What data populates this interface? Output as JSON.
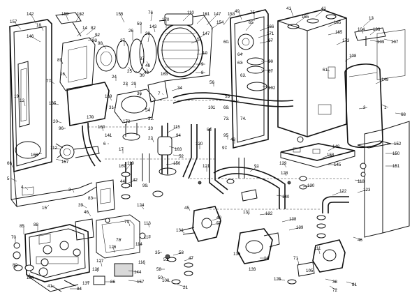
{
  "diagram": {
    "kind": "exploded parts view",
    "callouts": [
      {
        "id": "c1",
        "text": "157"
      },
      {
        "id": "c2",
        "text": "142"
      },
      {
        "id": "c3",
        "text": "18"
      },
      {
        "id": "c4",
        "text": "146"
      },
      {
        "id": "c5",
        "text": "159"
      },
      {
        "id": "c6",
        "text": "162"
      },
      {
        "id": "c7",
        "text": "155"
      },
      {
        "id": "c8",
        "text": "76"
      },
      {
        "id": "c9",
        "text": "110"
      },
      {
        "id": "c10",
        "text": "161"
      },
      {
        "id": "c11",
        "text": "147"
      },
      {
        "id": "c12",
        "text": "153"
      },
      {
        "id": "c13",
        "text": "49"
      },
      {
        "id": "c14",
        "text": "75"
      },
      {
        "id": "c15",
        "text": "41"
      },
      {
        "id": "c16",
        "text": "165"
      },
      {
        "id": "c17",
        "text": "41"
      },
      {
        "id": "c18",
        "text": "13"
      },
      {
        "id": "c19",
        "text": "165"
      },
      {
        "id": "c20",
        "text": "104"
      },
      {
        "id": "c21",
        "text": "106"
      },
      {
        "id": "c22",
        "text": "109"
      },
      {
        "id": "c23",
        "text": "107"
      },
      {
        "id": "c24",
        "text": "154"
      },
      {
        "id": "c25",
        "text": "166"
      },
      {
        "id": "c26",
        "text": "171"
      },
      {
        "id": "c27",
        "text": "67"
      },
      {
        "id": "c28",
        "text": "173"
      },
      {
        "id": "c29",
        "text": "165"
      },
      {
        "id": "c30",
        "text": "98"
      },
      {
        "id": "c31",
        "text": "26"
      },
      {
        "id": "c32",
        "text": "27"
      },
      {
        "id": "c33",
        "text": "28"
      },
      {
        "id": "c34",
        "text": "59"
      },
      {
        "id": "c35",
        "text": "46"
      },
      {
        "id": "c36",
        "text": "43"
      },
      {
        "id": "c37",
        "text": "163"
      },
      {
        "id": "c38",
        "text": "170"
      },
      {
        "id": "c39",
        "text": "147"
      },
      {
        "id": "c40",
        "text": "14"
      },
      {
        "id": "c41",
        "text": "82"
      },
      {
        "id": "c42",
        "text": "92"
      },
      {
        "id": "c43",
        "text": "30"
      },
      {
        "id": "c44",
        "text": "25"
      },
      {
        "id": "c45",
        "text": "169"
      },
      {
        "id": "c46",
        "text": "172"
      },
      {
        "id": "c47",
        "text": "54"
      },
      {
        "id": "c48",
        "text": "90"
      },
      {
        "id": "c49",
        "text": "87"
      },
      {
        "id": "c50",
        "text": "102"
      },
      {
        "id": "c51",
        "text": "149"
      },
      {
        "id": "c52",
        "text": "1"
      },
      {
        "id": "c53",
        "text": "68"
      },
      {
        "id": "c54",
        "text": "61"
      },
      {
        "id": "c55",
        "text": "2"
      },
      {
        "id": "c56",
        "text": "16"
      },
      {
        "id": "c57",
        "text": "135"
      },
      {
        "id": "c58",
        "text": "170"
      },
      {
        "id": "c59",
        "text": "20"
      },
      {
        "id": "c60",
        "text": "96"
      },
      {
        "id": "c61",
        "text": "160"
      },
      {
        "id": "c62",
        "text": "101"
      },
      {
        "id": "c63",
        "text": "54"
      },
      {
        "id": "c64",
        "text": "22"
      },
      {
        "id": "c65",
        "text": "103"
      },
      {
        "id": "c66",
        "text": "52"
      },
      {
        "id": "c67",
        "text": "168"
      },
      {
        "id": "c68",
        "text": "112"
      },
      {
        "id": "c69",
        "text": "157"
      },
      {
        "id": "c70",
        "text": "152"
      },
      {
        "id": "c71",
        "text": "148"
      },
      {
        "id": "c72",
        "text": "158"
      },
      {
        "id": "c73",
        "text": "145"
      },
      {
        "id": "c74",
        "text": "120"
      },
      {
        "id": "c75",
        "text": "121"
      },
      {
        "id": "c76",
        "text": "91"
      },
      {
        "id": "c77",
        "text": "129"
      },
      {
        "id": "c78",
        "text": "130"
      },
      {
        "id": "c79",
        "text": "118"
      },
      {
        "id": "c80",
        "text": "140"
      },
      {
        "id": "c81",
        "text": "122"
      },
      {
        "id": "c82",
        "text": "119"
      },
      {
        "id": "c83",
        "text": "42"
      },
      {
        "id": "c84",
        "text": "124"
      },
      {
        "id": "c85",
        "text": "115"
      },
      {
        "id": "c86",
        "text": "156"
      },
      {
        "id": "c87",
        "text": "5"
      },
      {
        "id": "c88",
        "text": "66"
      },
      {
        "id": "c89",
        "text": "15"
      },
      {
        "id": "c90",
        "text": "46"
      },
      {
        "id": "c91",
        "text": "83"
      },
      {
        "id": "c92",
        "text": "39"
      },
      {
        "id": "c93",
        "text": "46"
      },
      {
        "id": "c94",
        "text": "113"
      },
      {
        "id": "c95",
        "text": "117"
      },
      {
        "id": "c96",
        "text": "134"
      },
      {
        "id": "c97",
        "text": "57"
      },
      {
        "id": "c98",
        "text": "136"
      },
      {
        "id": "c99",
        "text": "14"
      },
      {
        "id": "c100",
        "text": "70"
      },
      {
        "id": "c101",
        "text": "85"
      },
      {
        "id": "c102",
        "text": "88"
      },
      {
        "id": "c103",
        "text": "164"
      },
      {
        "id": "c104",
        "text": "80"
      },
      {
        "id": "c105",
        "text": "127"
      },
      {
        "id": "c106",
        "text": "126"
      },
      {
        "id": "c107",
        "text": "126"
      },
      {
        "id": "c108",
        "text": "144"
      },
      {
        "id": "c109",
        "text": "157"
      },
      {
        "id": "c110",
        "text": "137"
      },
      {
        "id": "c111",
        "text": "86"
      },
      {
        "id": "c112",
        "text": "84"
      },
      {
        "id": "c113",
        "text": "41"
      },
      {
        "id": "c114",
        "text": "100"
      },
      {
        "id": "c115",
        "text": "21"
      },
      {
        "id": "c116",
        "text": "125"
      },
      {
        "id": "c117",
        "text": "38"
      },
      {
        "id": "c118",
        "text": "72"
      },
      {
        "id": "c119",
        "text": "81"
      },
      {
        "id": "c120",
        "text": "71"
      },
      {
        "id": "c121",
        "text": "111"
      },
      {
        "id": "c122",
        "text": "105"
      },
      {
        "id": "c123",
        "text": "116"
      },
      {
        "id": "c124",
        "text": "79"
      },
      {
        "id": "c125",
        "text": "35"
      },
      {
        "id": "c126",
        "text": "51"
      },
      {
        "id": "c127",
        "text": "53"
      },
      {
        "id": "c128",
        "text": "58"
      },
      {
        "id": "c129",
        "text": "50"
      },
      {
        "id": "c130",
        "text": "47"
      },
      {
        "id": "c131",
        "text": "114"
      },
      {
        "id": "c132",
        "text": "78"
      },
      {
        "id": "c133",
        "text": "45"
      },
      {
        "id": "c134",
        "text": "32"
      },
      {
        "id": "c135",
        "text": "33"
      },
      {
        "id": "c136",
        "text": "12"
      },
      {
        "id": "c137",
        "text": "95"
      },
      {
        "id": "c138",
        "text": "97"
      },
      {
        "id": "c139",
        "text": "48"
      },
      {
        "id": "c140",
        "text": "94"
      },
      {
        "id": "c141",
        "text": "99"
      },
      {
        "id": "c142",
        "text": "44"
      },
      {
        "id": "c143",
        "text": "29"
      },
      {
        "id": "c144",
        "text": "36"
      },
      {
        "id": "c145",
        "text": "37"
      },
      {
        "id": "c146",
        "text": "65"
      },
      {
        "id": "c147",
        "text": "64"
      },
      {
        "id": "c148",
        "text": "63"
      },
      {
        "id": "c149",
        "text": "62"
      },
      {
        "id": "c150",
        "text": "60"
      },
      {
        "id": "c151",
        "text": "74"
      },
      {
        "id": "c152",
        "text": "73"
      },
      {
        "id": "c153",
        "text": "69"
      },
      {
        "id": "c154",
        "text": "56"
      },
      {
        "id": "c155",
        "text": "55"
      },
      {
        "id": "c156",
        "text": "40"
      },
      {
        "id": "c157",
        "text": "34"
      },
      {
        "id": "c158",
        "text": "31"
      },
      {
        "id": "c159",
        "text": "24"
      },
      {
        "id": "c160",
        "text": "23"
      },
      {
        "id": "c161",
        "text": "19"
      },
      {
        "id": "c162",
        "text": "17"
      },
      {
        "id": "c163",
        "text": "11"
      },
      {
        "id": "c164",
        "text": "10"
      },
      {
        "id": "c165",
        "text": "9"
      },
      {
        "id": "c166",
        "text": "8"
      },
      {
        "id": "c167",
        "text": "7"
      },
      {
        "id": "c168",
        "text": "6"
      },
      {
        "id": "c169",
        "text": "4"
      },
      {
        "id": "c170",
        "text": "3"
      },
      {
        "id": "c171",
        "text": "143"
      },
      {
        "id": "c172",
        "text": "141"
      },
      {
        "id": "c173",
        "text": "150"
      },
      {
        "id": "c174",
        "text": "151"
      },
      {
        "id": "c175",
        "text": "128"
      },
      {
        "id": "c176",
        "text": "123"
      },
      {
        "id": "c177",
        "text": "132"
      },
      {
        "id": "c178",
        "text": "131"
      },
      {
        "id": "c179",
        "text": "133"
      },
      {
        "id": "c180",
        "text": "138"
      },
      {
        "id": "c181",
        "text": "139"
      },
      {
        "id": "c182",
        "text": "108"
      },
      {
        "id": "c183",
        "text": "93"
      },
      {
        "id": "c184",
        "text": "89"
      },
      {
        "id": "c185",
        "text": "77"
      },
      {
        "id": "c186",
        "text": "167"
      }
    ]
  }
}
